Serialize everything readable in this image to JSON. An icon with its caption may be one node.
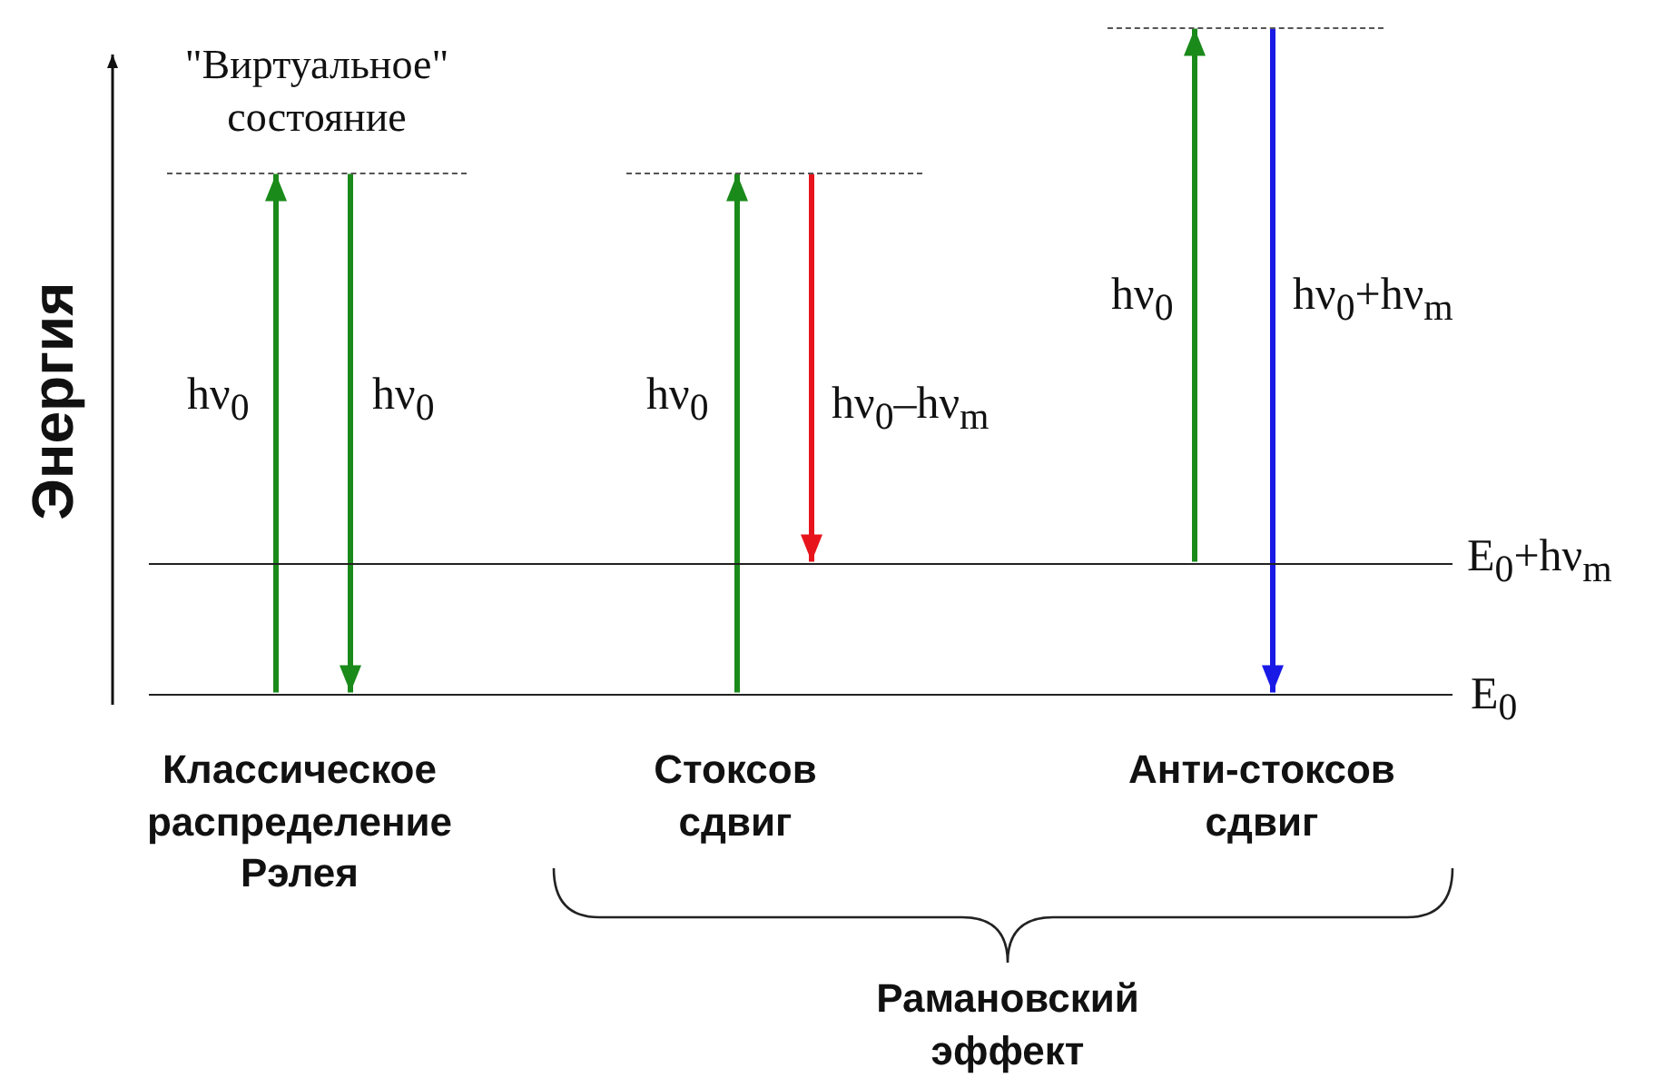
{
  "diagram": {
    "nodes": [
      {
        "text": [
          "E$_{0}$"
        ]
      },
      {
        "text": [
          "E$_{0}$+hν$_{m}$"
        ]
      },
      {
        "text": [
          "\"Виртуальное\" состояние"
        ]
      },
      {
        "text": [],
        "shape": "line"
      },
      {
        "text": [],
        "shape": "line"
      }
    ],
    "edges": [
      {
        "from": 0,
        "to": 2,
        "arrow": "to",
        "label": "hν$_{0}$"
      },
      {
        "from": 2,
        "to": 0,
        "arrow": "to",
        "label": "hν$_{0}$"
      },
      {
        "from": 0,
        "to": 3,
        "arrow": "to",
        "label": "hν$_{0}$"
      },
      {
        "from": 3,
        "to": 1,
        "arrow": "to",
        "label": "hν$_{0}$–hν$_{m}$",
        "color": "#e8141c"
      },
      {
        "from": 1,
        "to": 4,
        "arrow": "to",
        "label": "hν$_{0}$"
      },
      {
        "from": 4,
        "to": 0,
        "arrow": "to",
        "label": "hν$_{0}$+hν$_{m}$",
        "color": "#1a1ae6"
      }
    ],
    "labels": [
      "Энергия",
      "Классическое распределение Рэлея",
      "Стоксов сдвиг",
      "Анти-стоксов сдвиг",
      "Рамановский эффект"
    ]
  }
}
